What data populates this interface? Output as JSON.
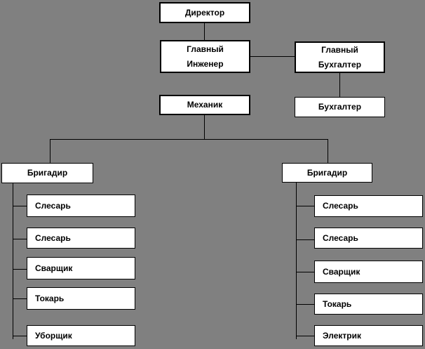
{
  "diagram": {
    "type": "org-chart",
    "background_color": "#808080",
    "box_fill_color": "#ffffff",
    "border_color": "#000000",
    "text_color": "#000000",
    "nodes": [
      {
        "id": "director",
        "label": "Директор"
      },
      {
        "id": "chief-engineer",
        "label": "Главный\nИнженер"
      },
      {
        "id": "chief-accountant",
        "label": "Главный\nБухгалтер"
      },
      {
        "id": "mechanic",
        "label": "Механик"
      },
      {
        "id": "accountant",
        "label": "Бухгалтер"
      },
      {
        "id": "foreman-left",
        "label": "Бригадир"
      },
      {
        "id": "foreman-right",
        "label": "Бригадир"
      },
      {
        "id": "left-worker-1",
        "label": "Слесарь"
      },
      {
        "id": "left-worker-2",
        "label": "Слесарь"
      },
      {
        "id": "left-worker-3",
        "label": "Сварщик"
      },
      {
        "id": "left-worker-4",
        "label": "Токарь"
      },
      {
        "id": "left-worker-5",
        "label": "Уборщик"
      },
      {
        "id": "right-worker-1",
        "label": "Слесарь"
      },
      {
        "id": "right-worker-2",
        "label": "Слесарь"
      },
      {
        "id": "right-worker-3",
        "label": "Сварщик"
      },
      {
        "id": "right-worker-4",
        "label": "Токарь"
      },
      {
        "id": "right-worker-5",
        "label": "Электрик"
      }
    ],
    "edges": [
      "Директор -> Главный Инженер",
      "Главный Инженер -> Главный Бухгалтер",
      "Главный Бухгалтер -> Бухгалтер",
      "Механик -> Бригадир (левый)",
      "Механик -> Бригадир (правый)",
      "Бригадир (левый) -> Слесарь",
      "Бригадир (левый) -> Слесарь",
      "Бригадир (левый) -> Сварщик",
      "Бригадир (левый) -> Токарь",
      "Бригадир (левый) -> Уборщик",
      "Бригадир (правый) -> Слесарь",
      "Бригадир (правый) -> Слесарь",
      "Бригадир (правый) -> Сварщик",
      "Бригадир (правый) -> Токарь",
      "Бригадир (правый) -> Электрик"
    ]
  }
}
